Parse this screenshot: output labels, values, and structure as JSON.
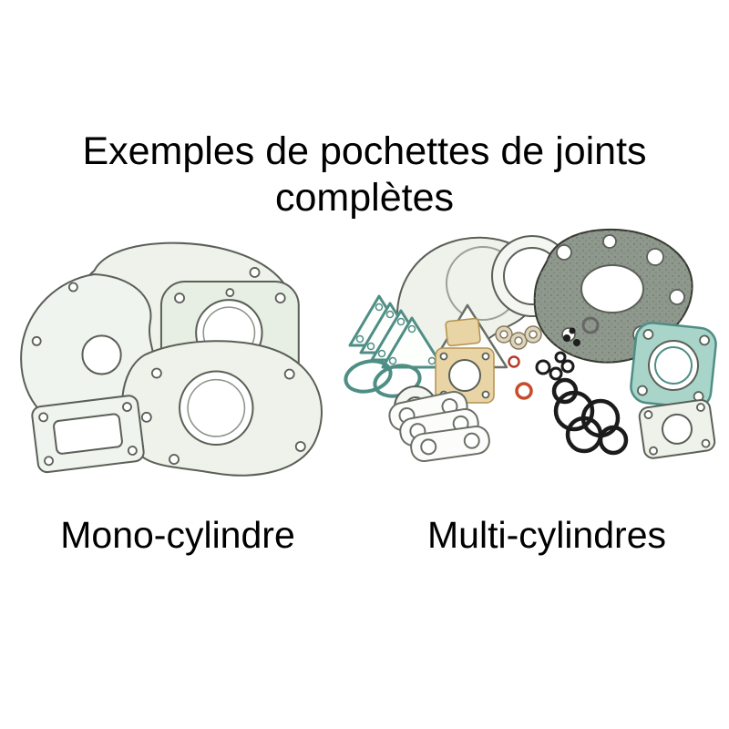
{
  "page": {
    "background": "#ffffff",
    "title": {
      "line1": "Exemples de pochettes de joints",
      "line2": "complètes"
    },
    "figures": [
      {
        "id": "mono",
        "label": "Mono-cylindre"
      },
      {
        "id": "multi",
        "label": "Multi-cylindres"
      }
    ],
    "colors": {
      "outline": "#5a6057",
      "dark_gasket": "#8f988d",
      "teal": "#4e8e85",
      "teal_fill": "#a9d4ca",
      "tan": "#e9d4a6",
      "tan_stroke": "#b3914f",
      "oring": "#1b1b1b",
      "orange": "#c84b2c",
      "text": "#000000"
    }
  }
}
